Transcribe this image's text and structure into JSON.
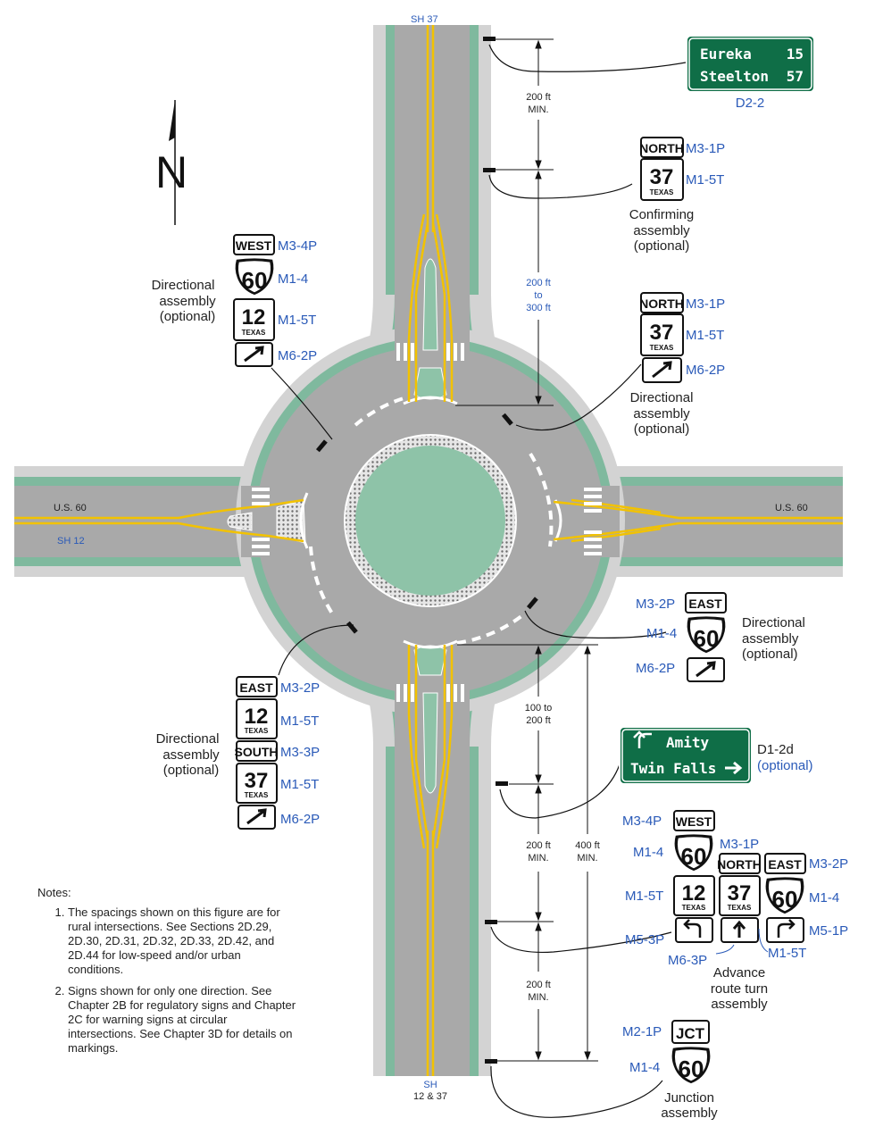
{
  "roads": {
    "north_label": "SH 37",
    "south_label_line1": "SH",
    "south_label_line2": "12 & 37",
    "west_label_top": "U.S. 60",
    "west_label_bottom": "SH 12",
    "east_label": "U.S. 60"
  },
  "compass": {
    "letter": "N"
  },
  "guide_signs": {
    "d2_2": {
      "line1_name": "Eureka",
      "line1_num": "15",
      "line2_name": "Steelton",
      "line2_num": "57",
      "code": "D2-2"
    },
    "d1_2d": {
      "line1": "Amity",
      "line2": "Twin Falls",
      "code": "D1-2d",
      "note": "(optional)"
    }
  },
  "dimensions": {
    "d1": [
      "200 ft",
      "MIN."
    ],
    "d2": [
      "200 ft",
      "to",
      "300 ft"
    ],
    "d3": [
      "100 to",
      "200 ft"
    ],
    "d4": [
      "200 ft",
      "MIN."
    ],
    "d5": [
      "400 ft",
      "MIN."
    ],
    "d6": [
      "200 ft",
      "MIN."
    ]
  },
  "sign_words": {
    "north": "NORTH",
    "south": "SOUTH",
    "east": "EAST",
    "west": "WEST",
    "jct": "JCT",
    "texas": "TEXAS",
    "n60": "60",
    "n12": "12",
    "n37": "37"
  },
  "codes": {
    "m3_1p": "M3-1P",
    "m3_2p": "M3-2P",
    "m3_3p": "M3-3P",
    "m3_4p": "M3-4P",
    "m1_4": "M1-4",
    "m1_5t": "M1-5T",
    "m6_2p": "M6-2P",
    "m6_3p": "M6-3P",
    "m5_1p": "M5-1P",
    "m5_3p": "M5-3P",
    "m2_1p": "M2-1P"
  },
  "captions": {
    "confirming": [
      "Confirming",
      "assembly",
      "(optional)"
    ],
    "directional": [
      "Directional",
      "assembly",
      "(optional)"
    ],
    "advance": [
      "Advance",
      "route turn",
      "assembly"
    ],
    "junction": [
      "Junction",
      "assembly"
    ]
  },
  "notes": {
    "heading": "Notes:",
    "items": [
      "The spacings shown on this figure are for rural intersections. See Sections 2D.29, 2D.30, 2D.31, 2D.32, 2D.33, 2D.42, and 2D.44 for low-speed and/or urban conditions.",
      "Signs shown for only one direction. See Chapter 2B for regulatory signs and Chapter 2C for warning signs at circular intersections. See Chapter 3D for details on markings."
    ]
  },
  "colors": {
    "pavement": "#a9a9a9",
    "shoulder": "#d3d3d3",
    "curb_green": "#7fb99e",
    "island_green": "#8ec3a8",
    "yellow": "#f2c200",
    "guide_green": "#0f6e47",
    "label_blue": "#2a5ab8"
  }
}
